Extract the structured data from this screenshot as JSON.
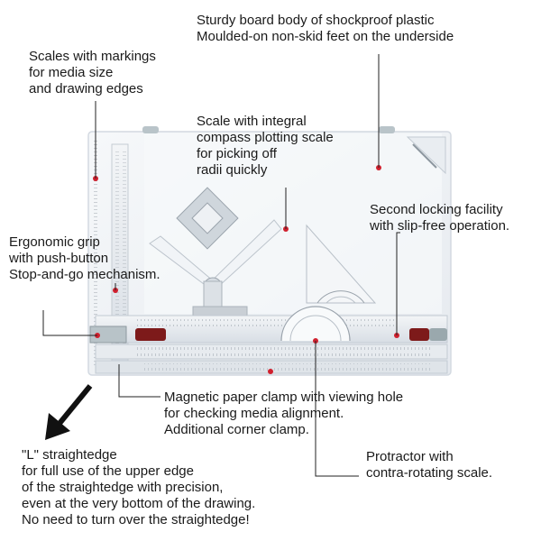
{
  "callouts": {
    "board_body": [
      "Sturdy board body of shockproof plastic",
      "Moulded-on non-skid feet on the underside"
    ],
    "scales_markings": [
      "Scales with markings",
      "for media size",
      "and drawing edges"
    ],
    "compass_scale": [
      "Scale with integral",
      "compass plotting scale",
      "for  picking off",
      "radii quickly"
    ],
    "second_locking": [
      "Second locking facility",
      "with slip-free operation."
    ],
    "ergonomic_grip": [
      "Ergonomic grip",
      "with push-button",
      "Stop-and-go mechanism."
    ],
    "magnetic_clamp": [
      "Magnetic paper clamp with viewing hole",
      "for checking media alignment.",
      "Additional corner clamp."
    ],
    "l_straightedge": [
      "\"L\" straightedge",
      "for full use of the upper edge",
      "of the straightedge with precision,",
      "even at the very bottom of the drawing.",
      "No need to turn over the straightedge!"
    ],
    "protractor": [
      "Protractor with",
      "contra-rotating scale."
    ]
  },
  "colors": {
    "marker": "#d0202e",
    "board": "#eef1f5",
    "board_edge": "#d3d9e1",
    "rail": "#dfe4ea",
    "clip": "#9aa8ad",
    "handle": "#8b1a1a"
  }
}
